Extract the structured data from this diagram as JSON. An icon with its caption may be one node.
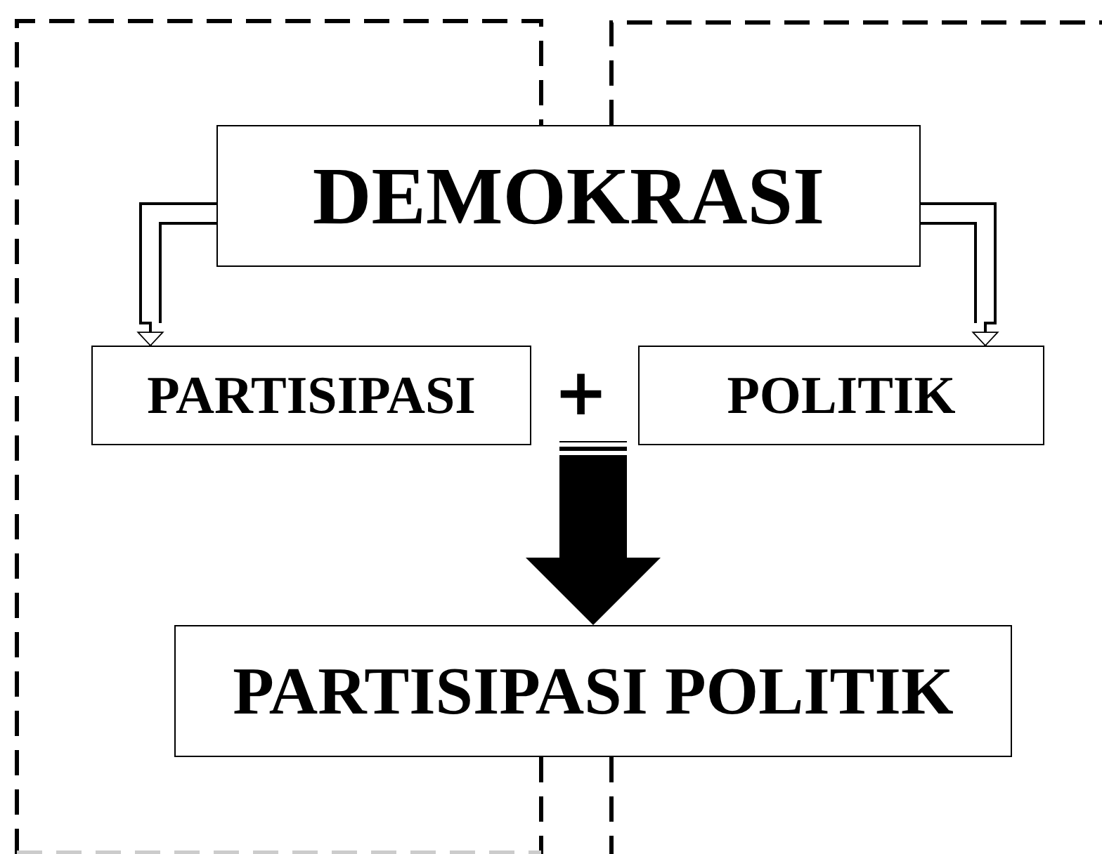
{
  "diagram": {
    "nodes": [
      {
        "text": [
          "DEMOKRASI"
        ]
      },
      {
        "text": [
          "PARTISIPASI"
        ]
      },
      {
        "text": [
          "POLITIK"
        ]
      },
      {
        "text": [
          "PARTISIPASI POLITIK"
        ]
      }
    ],
    "edges": [
      {
        "from": 0,
        "to": 1,
        "arrow": "to"
      },
      {
        "from": 0,
        "to": 2,
        "arrow": "to"
      },
      {
        "from": 1,
        "to": 3,
        "arrow": "to",
        "style": "thick"
      },
      {
        "from": 2,
        "to": 3,
        "arrow": "to",
        "style": "thick"
      }
    ],
    "labels": [
      "+"
    ]
  }
}
